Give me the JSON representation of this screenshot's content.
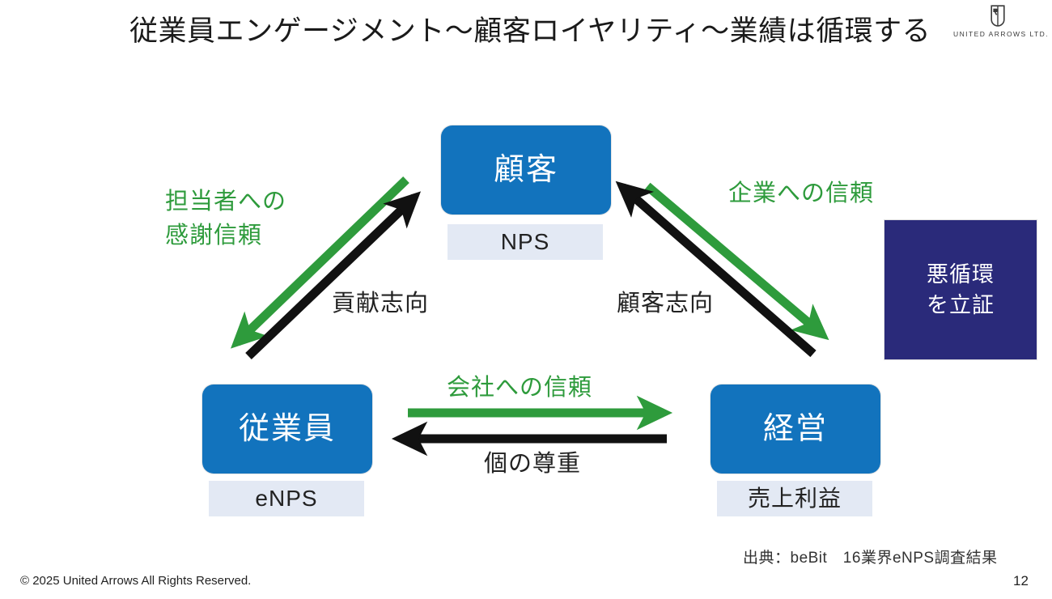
{
  "slide": {
    "title": "従業員エンゲージメント～顧客ロイヤリティ～業績は循環する",
    "page_number": "12",
    "copyright": "© 2025 United Arrows All Rights Reserved.",
    "source_note": "出典：beBit　16業界eNPS調査結果"
  },
  "logo": {
    "wordmark": "UNITED ARROWS LTD.",
    "mark_name": "united-arrows-monogram"
  },
  "colors": {
    "node_blue": "#1273BD",
    "metric_bg": "#E3E9F4",
    "callout_navy": "#2A2A7A",
    "green_arrow": "#2E9B3C",
    "black_arrow": "#111111",
    "background": "#FFFFFF"
  },
  "nodes": {
    "customer": {
      "label": "顧客",
      "metric": "NPS"
    },
    "employee": {
      "label": "従業員",
      "metric": "eNPS"
    },
    "management": {
      "label": "経営",
      "metric": "売上利益"
    }
  },
  "callout": {
    "text": "悪循環\nを立証"
  },
  "edges": [
    {
      "id": "customer-to-employee",
      "label": "担当者への\n感謝信頼",
      "color": "green",
      "direction": "customer→employee"
    },
    {
      "id": "employee-to-customer",
      "label": "貢献志向",
      "color": "black",
      "direction": "employee→customer"
    },
    {
      "id": "customer-to-management",
      "label": "企業への信頼",
      "color": "green",
      "direction": "customer→management"
    },
    {
      "id": "management-to-customer",
      "label": "顧客志向",
      "color": "black",
      "direction": "management→customer"
    },
    {
      "id": "employee-to-management",
      "label": "会社への信頼",
      "color": "green",
      "direction": "employee→management"
    },
    {
      "id": "management-to-employee",
      "label": "個の尊重",
      "color": "black",
      "direction": "management→employee"
    }
  ],
  "edge_labels": {
    "gratitude": "担当者への\n感謝信頼",
    "contribution": "貢献志向",
    "corporate_trust": "企業への信頼",
    "customer_orientation": "顧客志向",
    "company_trust": "会社への信頼",
    "individual_respect": "個の尊重"
  }
}
